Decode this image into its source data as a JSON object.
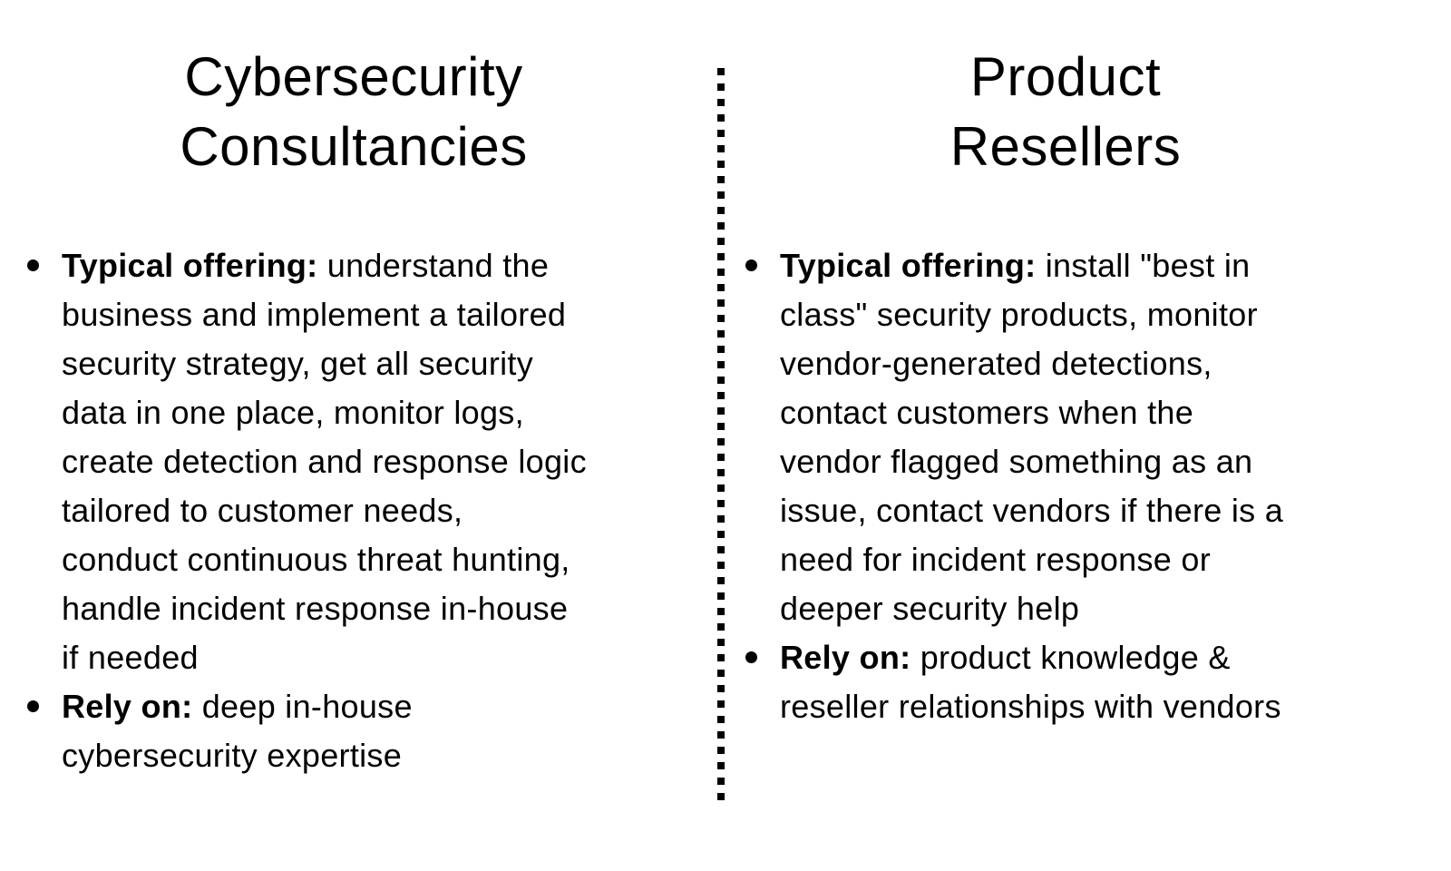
{
  "page": {
    "background": "#ffffff",
    "text_color": "#000000"
  },
  "divider": {
    "style": "vertical-dotted-squares",
    "color": "#000000"
  },
  "left": {
    "title": "Cybersecurity\nConsultancies",
    "bullets": [
      {
        "label": "Typical offering:",
        "text": " understand the\nbusiness and implement a tailored\nsecurity strategy, get all security\ndata in one place, monitor logs,\ncreate detection and response logic\ntailored to customer needs,\nconduct continuous threat hunting,\nhandle incident response in-house\nif needed"
      },
      {
        "label": "Rely on:",
        "text": " deep in-house\ncybersecurity expertise"
      }
    ]
  },
  "right": {
    "title": "Product\nResellers",
    "bullets": [
      {
        "label": "Typical offering:",
        "text": " install \"best in\nclass\" security products, monitor\nvendor-generated detections,\ncontact customers when the\nvendor flagged something as an\nissue, contact vendors if there is a\nneed for incident response or\ndeeper security help"
      },
      {
        "label": "Rely on:",
        "text": " product knowledge &\nreseller relationships with vendors"
      }
    ]
  }
}
